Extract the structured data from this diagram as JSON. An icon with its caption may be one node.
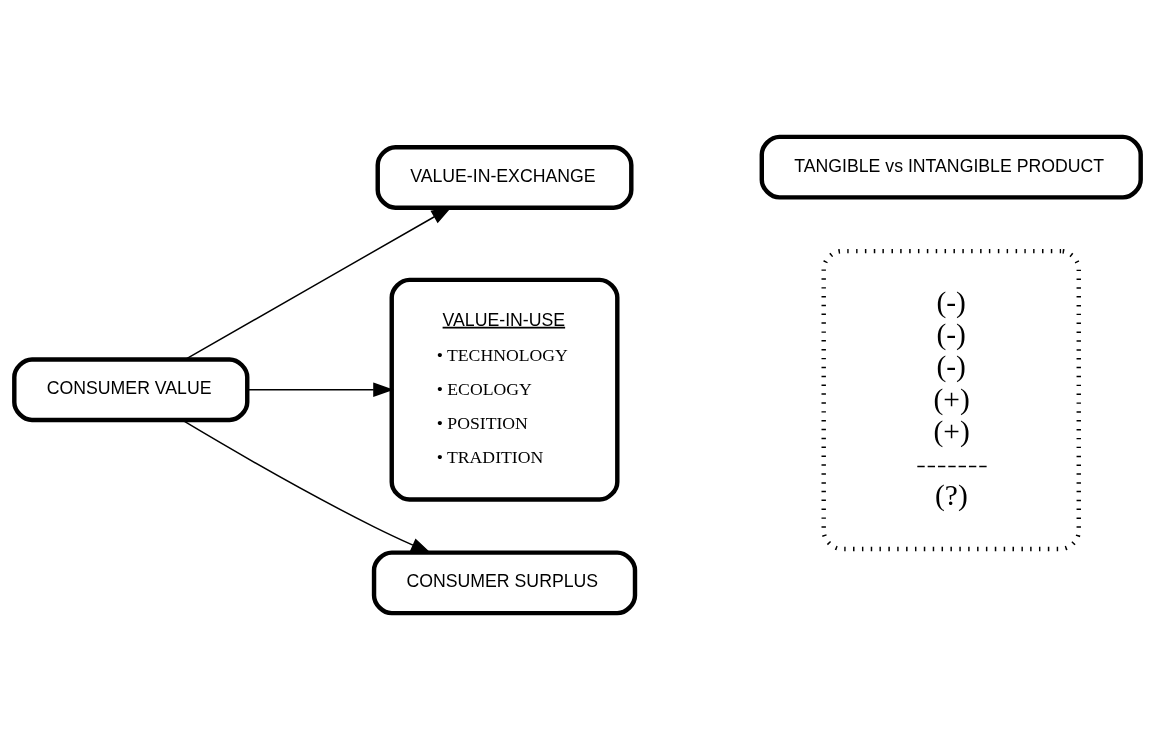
{
  "diagram": {
    "nodes": [
      {
        "text": [
          "CONSUMER VALUE"
        ]
      },
      {
        "text": [
          "VALUE-IN-EXCHANGE"
        ]
      },
      {
        "text": [
          "VALUE-IN-USE",
          "• TECHNOLOGY",
          "• ECOLOGY",
          "• POSITION",
          "• TRADITION"
        ]
      },
      {
        "text": [
          "CONSUMER SURPLUS"
        ]
      },
      {
        "text": [
          "TANGIBLE vs INTANGIBLE PRODUCT"
        ]
      },
      {
        "text": [
          "(-)",
          "(-)",
          "(-)",
          "(+)",
          "(+)",
          "(?)"
        ]
      }
    ],
    "edges": [
      {
        "from": 0,
        "to": 1,
        "arrow": "to"
      },
      {
        "from": 0,
        "to": 2,
        "arrow": "to"
      },
      {
        "from": 0,
        "to": 3,
        "arrow": "to"
      }
    ]
  }
}
